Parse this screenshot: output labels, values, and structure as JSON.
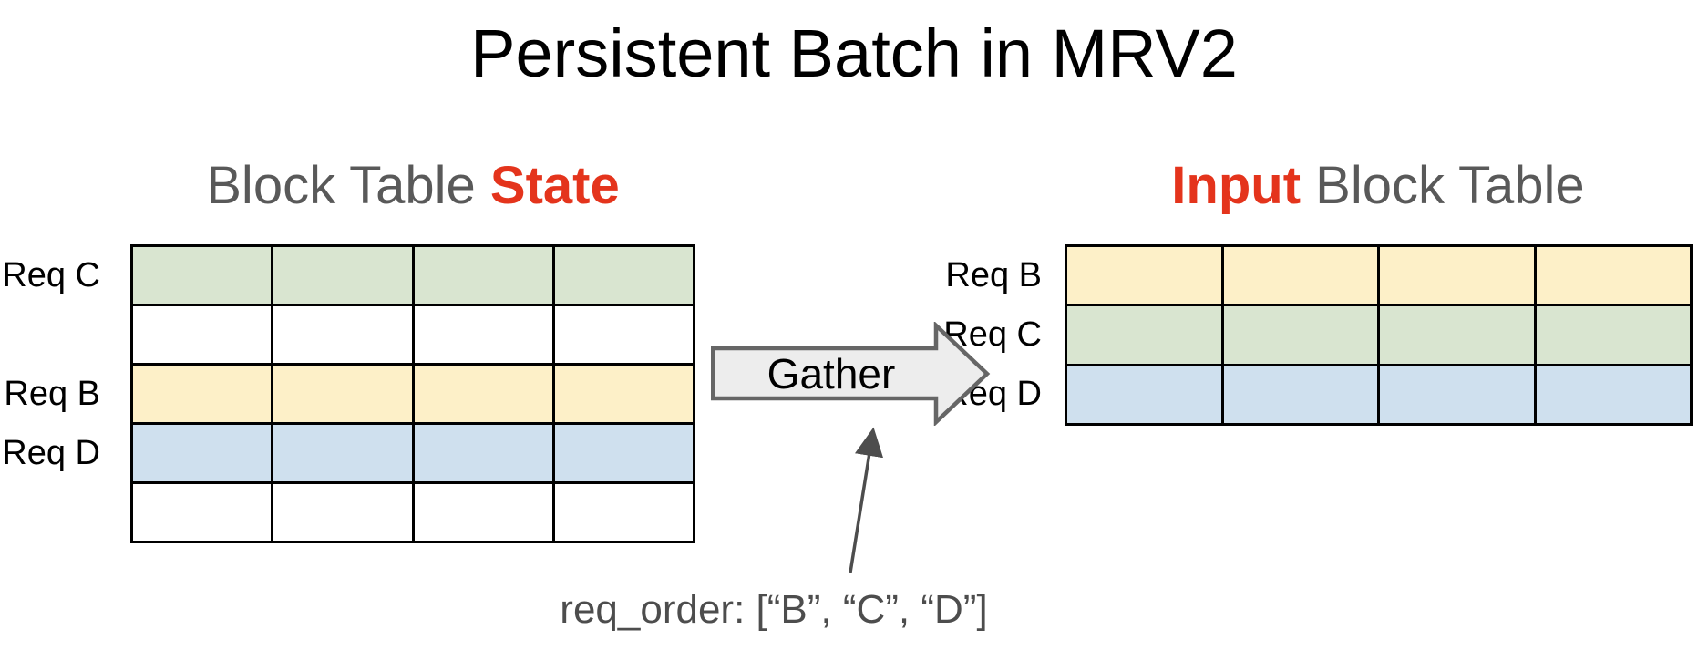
{
  "title": "Persistent Batch in MRV2",
  "left_table": {
    "heading": {
      "prefix": "Block Table ",
      "highlight": "State"
    },
    "columns": 4,
    "rows": [
      {
        "label": "Req C",
        "color": "green"
      },
      {
        "label": "",
        "color": "white"
      },
      {
        "label": "Req B",
        "color": "yellow"
      },
      {
        "label": "Req D",
        "color": "blue"
      },
      {
        "label": "",
        "color": "white"
      }
    ]
  },
  "right_table": {
    "heading": {
      "highlight": "Input",
      "suffix": " Block Table"
    },
    "columns": 4,
    "rows": [
      {
        "label": "Req B",
        "color": "yellow"
      },
      {
        "label": "Req C",
        "color": "green"
      },
      {
        "label": "Req D",
        "color": "blue"
      }
    ]
  },
  "gather_arrow": {
    "label": "Gather"
  },
  "annotation": {
    "text": "req_order: [“B”, “C”, “D”]"
  },
  "colors": {
    "green": "#d9e5d0",
    "yellow": "#fdf0c8",
    "blue": "#cfe0ee",
    "white": "#ffffff",
    "highlight_red": "#e4341c",
    "heading_gray": "#595959",
    "annotation_gray": "#4d4d4d",
    "arrow_fill": "#ededed",
    "arrow_stroke": "#666666",
    "grid_black": "#000000"
  }
}
